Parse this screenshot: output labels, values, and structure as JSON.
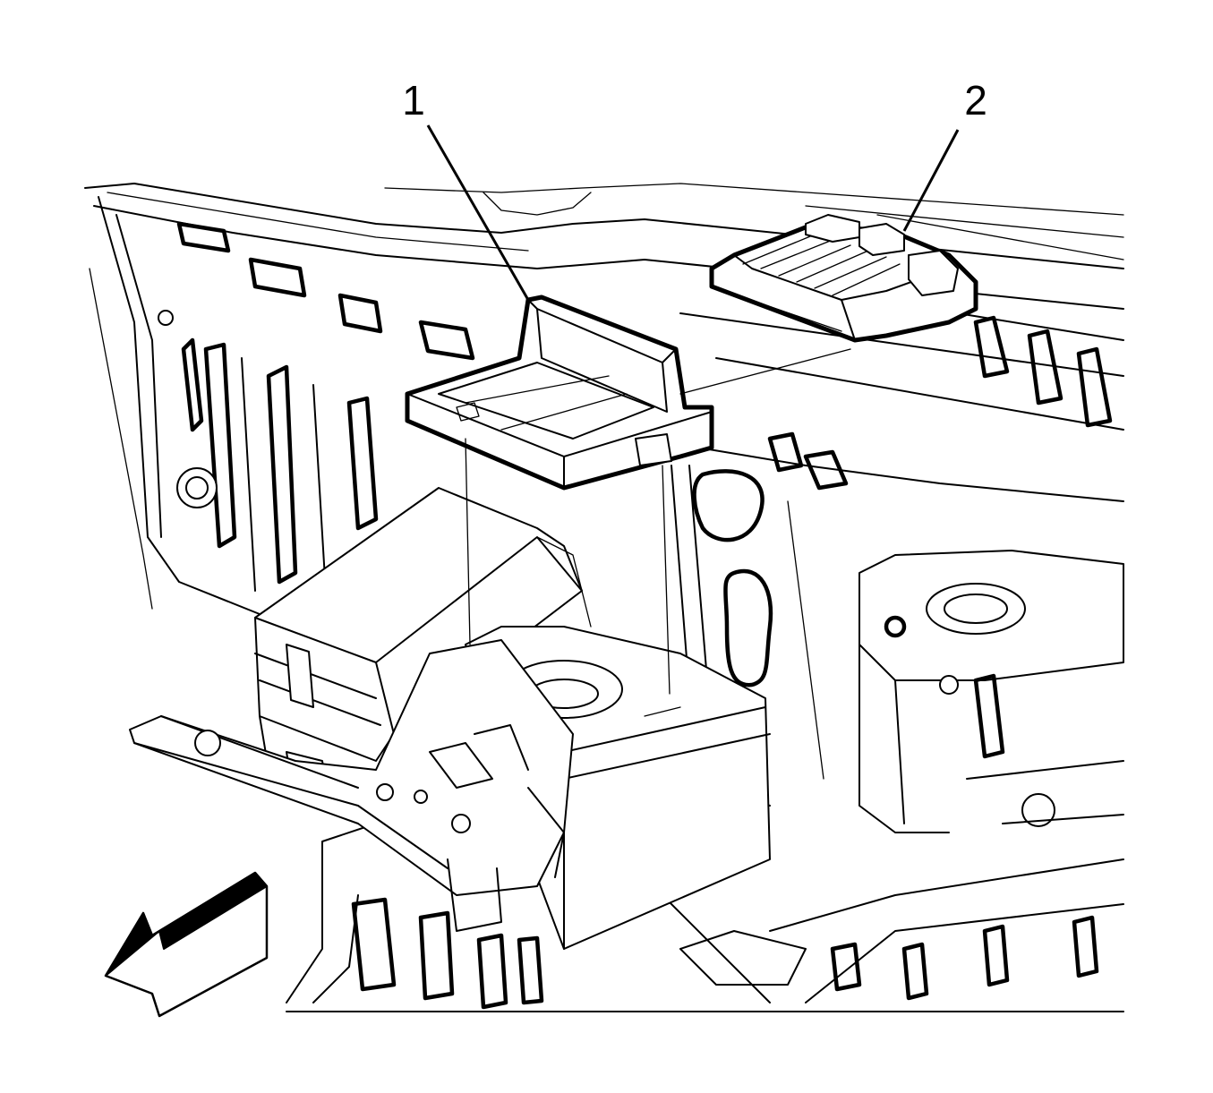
{
  "callouts": [
    {
      "id": "1",
      "label": "1"
    },
    {
      "id": "2",
      "label": "2"
    }
  ],
  "direction_arrow_icon": "forward-direction-arrow-icon"
}
